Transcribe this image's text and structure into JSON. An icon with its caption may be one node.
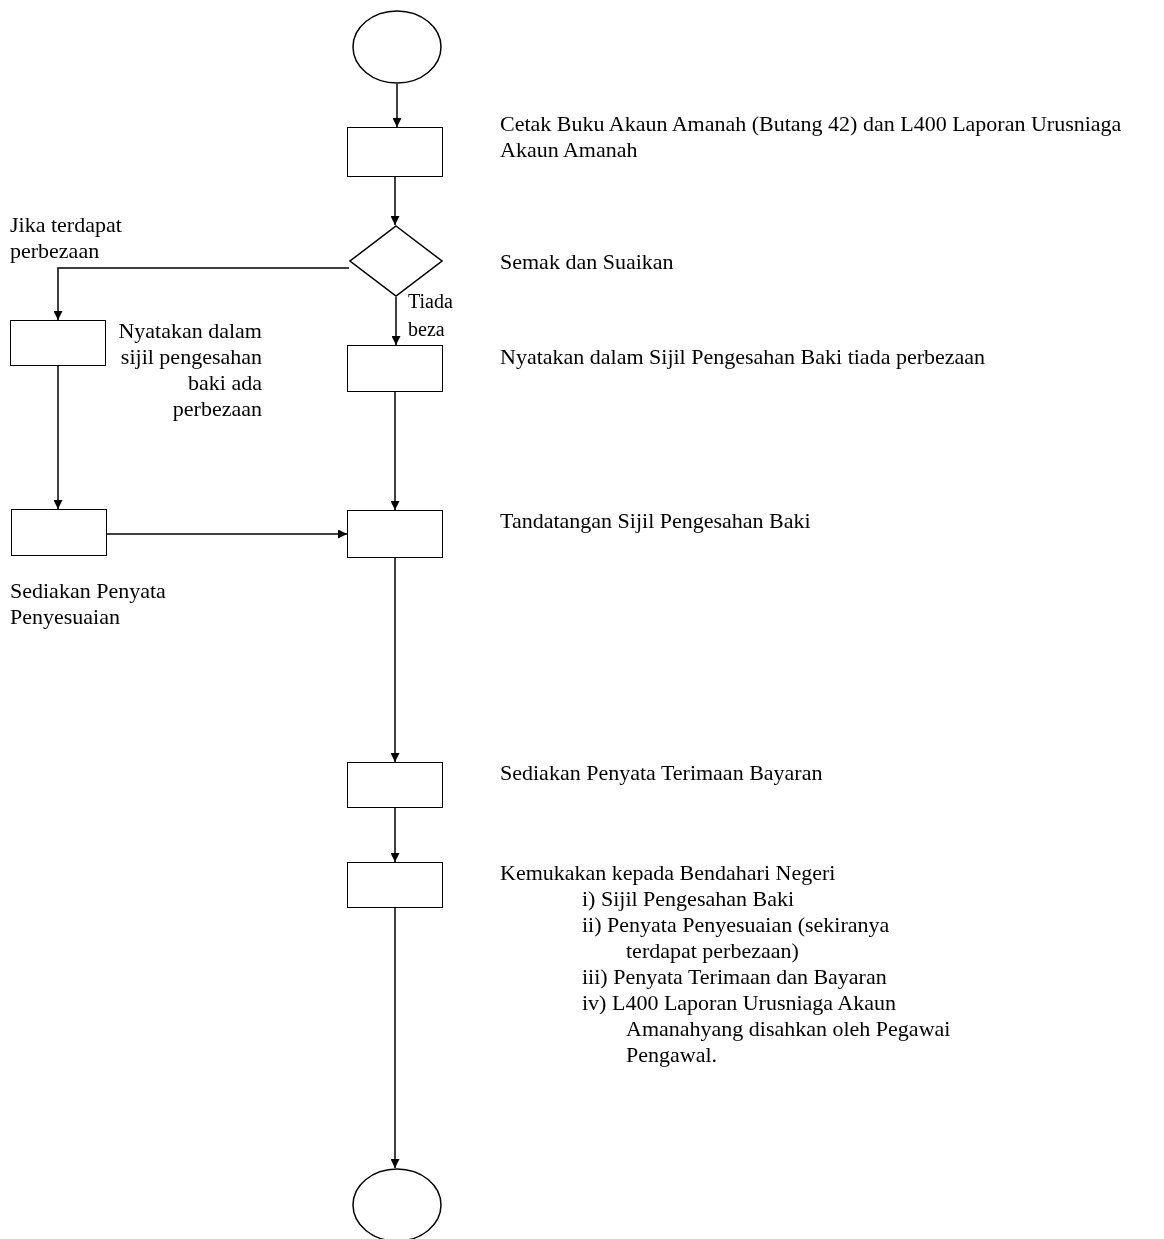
{
  "diagram": {
    "nodes": [
      {
        "text": [],
        "shape": "circle"
      },
      {
        "text": [],
        "shape": "box",
        "beside": [
          "Cetak Buku Akaun Amanah (Butang 42) dan L400 Laporan Urusniaga Akaun Amanah"
        ]
      },
      {
        "text": [],
        "shape": "diamond",
        "beside": [
          "Semak dan Suaikan"
        ]
      },
      {
        "text": [],
        "shape": "box",
        "beside": [
          "Nyatakan dalam sijil pengesahan baki ada perbezaan"
        ]
      },
      {
        "text": [],
        "shape": "box",
        "beside": [
          "Nyatakan dalam Sijil Pengesahan Baki tiada perbezaan"
        ]
      },
      {
        "text": [],
        "shape": "box",
        "beside": [
          "Sediakan Penyata Penyesuaian"
        ]
      },
      {
        "text": [],
        "shape": "box",
        "beside": [
          "Tandatangan Sijil Pengesahan Baki"
        ]
      },
      {
        "text": [],
        "shape": "box",
        "beside": [
          "Sediakan Penyata Terimaan Bayaran"
        ]
      },
      {
        "text": [],
        "shape": "box",
        "beside": [
          "Kemukakan kepada Bendahari Negeri",
          "i) Sijil Pengesahan Baki",
          "ii) Penyata Penyesuaian (sekiranya terdapat perbezaan)",
          "iii) Penyata Terimaan dan Bayaran",
          "iv) L400 Laporan Urusniaga Akaun Amanahyang disahkan oleh Pegawai Pengawal."
        ]
      },
      {
        "text": [],
        "shape": "circle"
      }
    ],
    "edges": [
      {
        "from": 0,
        "to": 1,
        "arrow": "to"
      },
      {
        "from": 1,
        "to": 2,
        "arrow": "to"
      },
      {
        "from": 2,
        "to": 3,
        "arrow": "to",
        "label": "Jika terdapat perbezaan"
      },
      {
        "from": 2,
        "to": 4,
        "arrow": "to",
        "label": "Tiada beza"
      },
      {
        "from": 3,
        "to": 5,
        "arrow": "to"
      },
      {
        "from": 4,
        "to": 6,
        "arrow": "to"
      },
      {
        "from": 5,
        "to": 6,
        "arrow": "to"
      },
      {
        "from": 6,
        "to": 7,
        "arrow": "to"
      },
      {
        "from": 7,
        "to": 8,
        "arrow": "to"
      },
      {
        "from": 8,
        "to": 9,
        "arrow": "to"
      }
    ]
  }
}
